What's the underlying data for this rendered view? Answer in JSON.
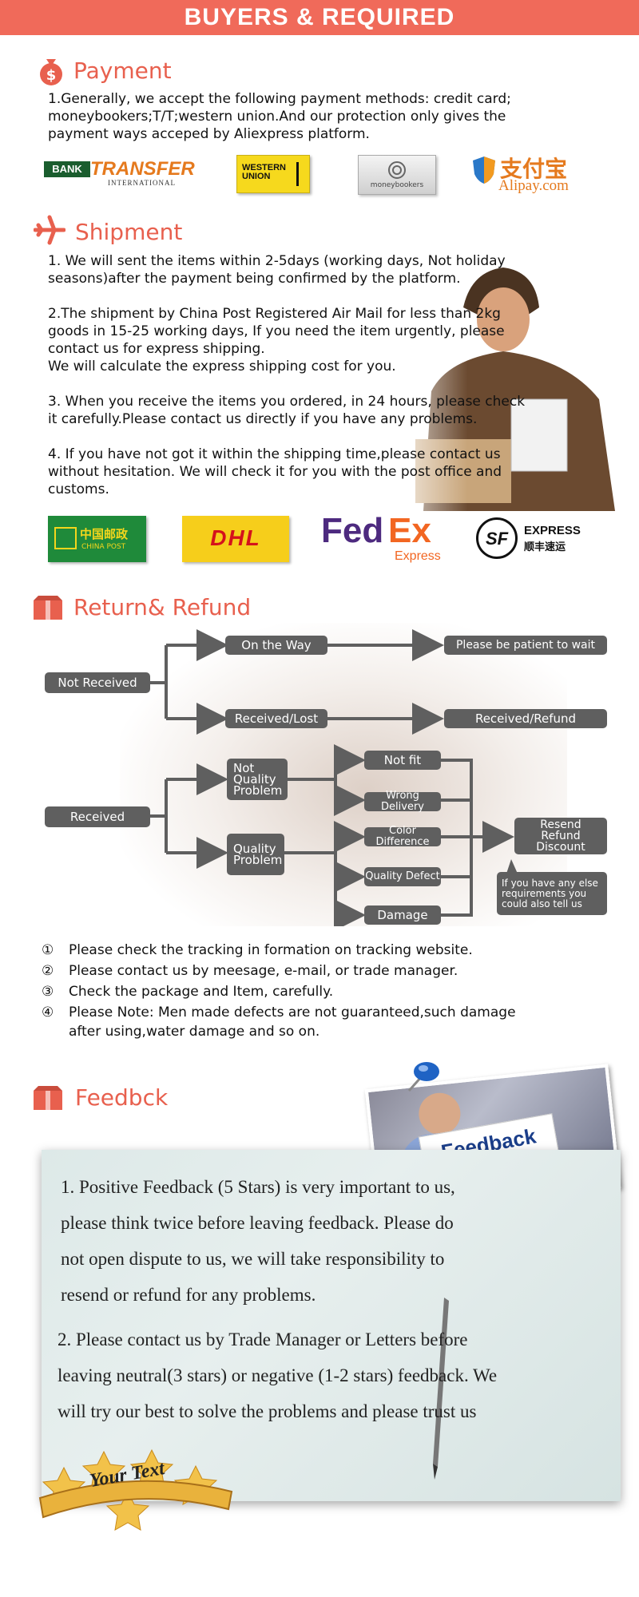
{
  "banner": {
    "title": "BUYERS & REQUIRED"
  },
  "payment": {
    "title": "Payment",
    "text_lines": [
      "1.Generally, we accept the following payment methods: credit card;",
      "moneybookers;T/T;western union.And our protection only gives the",
      "payment ways acceped by Aliexpress platform."
    ],
    "logos": {
      "bank_a": "BANK",
      "bank_b": "TRANSFER",
      "bank_c": "INTERNATIONAL",
      "western_a": "WESTERN",
      "western_b": "UNION",
      "moneybookers": "moneybookers",
      "alipay_cn": "支付宝",
      "alipay_en": "Alipay.com"
    }
  },
  "shipment": {
    "title": "Shipment",
    "paragraphs": [
      [
        "1. We will sent the items within 2-5days (working days, Not holiday",
        "seasons)after the payment being confirmed by the platform."
      ],
      [
        "2.The shipment by China Post Registered Air Mail for less than  2kg",
        "goods in 15-25 working days, If  you need the item urgently, please",
        "contact us for express shipping.",
        "We will calculate the express shipping cost for you."
      ],
      [
        "3. When you receive the items you ordered, in 24 hours, please check",
        " it carefully.Please contact us directly if you have any problems."
      ],
      [
        "4. If you have not got it within the shipping time,please contact us",
        "without hesitation. We will check it for you with the post office and",
        "customs."
      ]
    ],
    "logos": {
      "chinapost_cn": "中国邮政",
      "chinapost_en": "CHINA POST",
      "dhl": "DHL",
      "fedex_a": "Fed",
      "fedex_b": "Ex",
      "fedex_c": "Express",
      "sf_mark": "SF",
      "sf_en": "EXPRESS",
      "sf_cn": "顺丰速运"
    }
  },
  "refund": {
    "title": "Return& Refund",
    "boxes": {
      "not_received": "Not Received",
      "on_the_way": "On the Way",
      "be_patient": "Please be patient to wait",
      "received_lost": "Received/Lost",
      "received_refund": "Received/Refund",
      "received": "Received",
      "not_quality_problem": "Not Quality Problem",
      "quality_problem": "Quality Problem",
      "not_fit": "Not fit",
      "wrong_delivery": "Wrong Delivery",
      "color_difference": "Color Difference",
      "quality_defect": "Quality Defect",
      "damage": "Damage",
      "resend_refund_discount": "Resend Refund Discount",
      "else_requirements": "If you have any else requirements you could also tell us"
    },
    "notes": [
      {
        "num": "①",
        "lines": [
          "Please check the tracking in formation on tracking website."
        ]
      },
      {
        "num": "②",
        "lines": [
          "Please contact us by meesage, e-mail, or trade manager."
        ]
      },
      {
        "num": "③",
        "lines": [
          "Check the package and Item, carefully."
        ]
      },
      {
        "num": "④",
        "lines": [
          "Please Note: Men made defects  are not guaranteed,such damage",
          "after using,water damage and so on."
        ]
      }
    ]
  },
  "feedback": {
    "title": "Feedbck",
    "sign_text": "Feedback",
    "lines_1": [
      "1. Positive Feedback (5 Stars) is very important to us,",
      "please think twice before leaving feedback. Please do",
      "not open dispute to us,   we will take responsibility to",
      "resend or refund for any problems."
    ],
    "lines_2": [
      "2. Please contact us by Trade Manager or Letters before",
      "leaving neutral(3 stars) or negative (1-2 stars) feedback. We",
      "will try our best to solve the problems and please trust us"
    ],
    "ribbon_text": "Your Text"
  },
  "colors": {
    "accent": "#e8604e",
    "banner": "#f06a5a",
    "flow": "#5f5f5f"
  }
}
